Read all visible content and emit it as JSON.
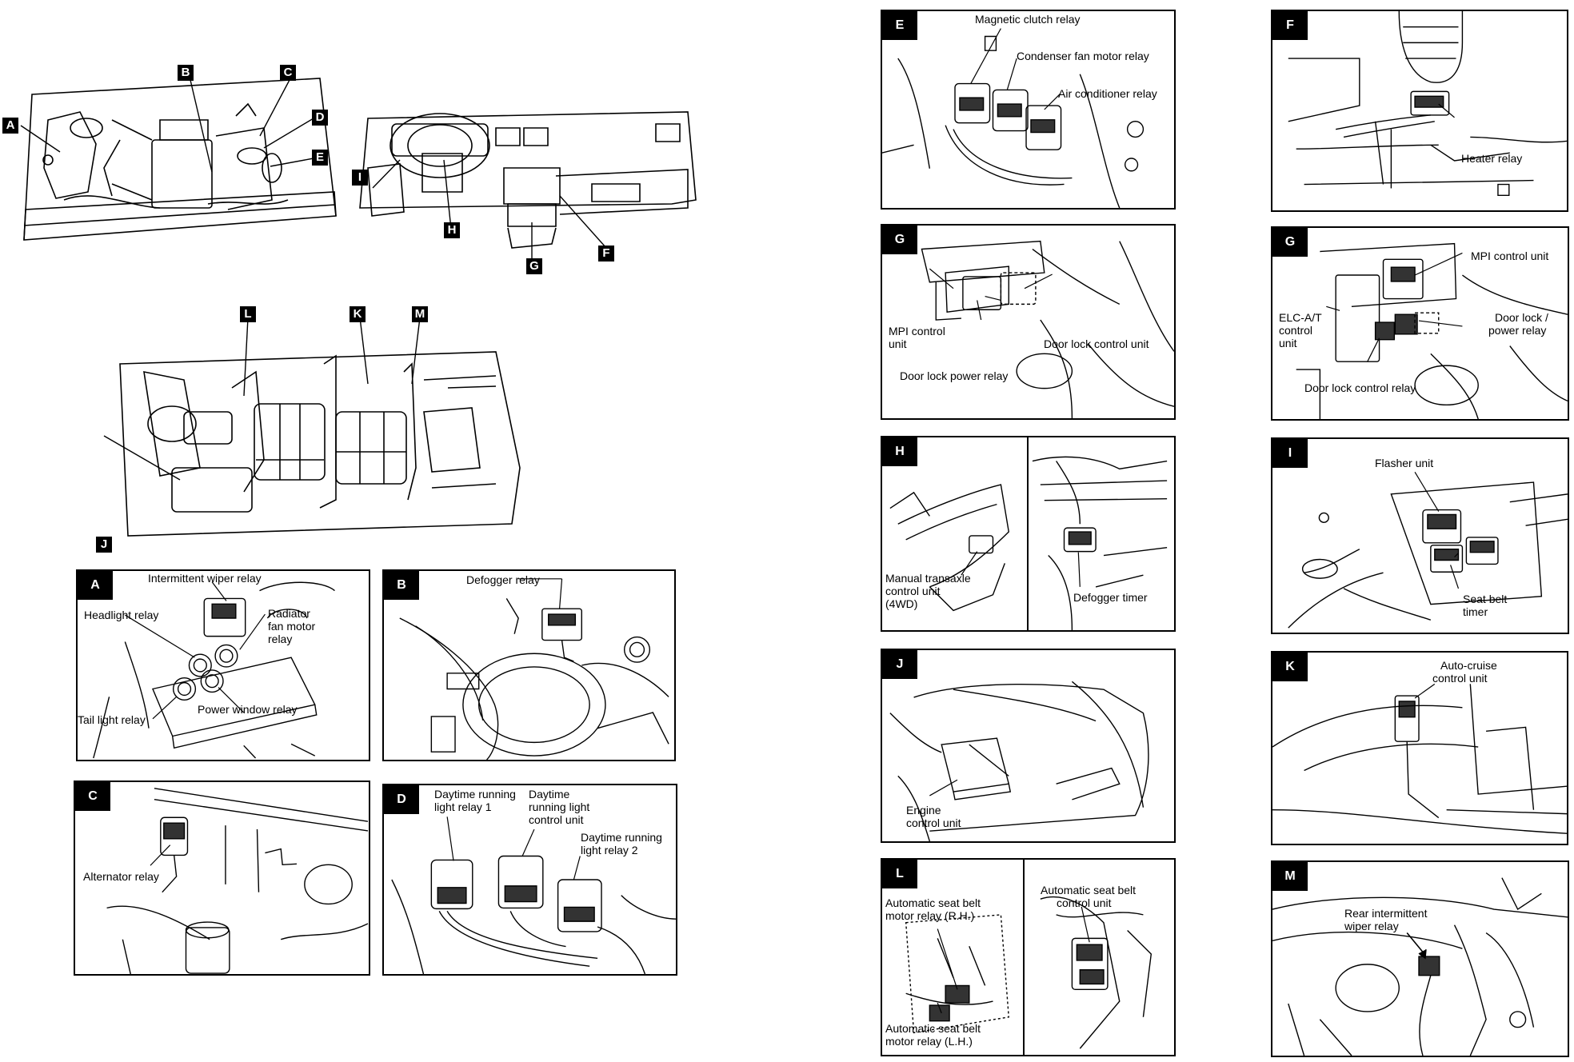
{
  "overview": {
    "engine_badges": [
      "A",
      "B",
      "C",
      "D",
      "E"
    ],
    "dash_badges": [
      "I",
      "H",
      "G",
      "F"
    ],
    "interior_badges": [
      "L",
      "K",
      "M",
      "J"
    ]
  },
  "panels": {
    "A": {
      "letter": "A",
      "labels": [
        "Intermittent wiper relay",
        "Headlight relay",
        "Radiator",
        "fan motor",
        "relay",
        "Tail light relay",
        "Power window relay"
      ]
    },
    "B": {
      "letter": "B",
      "labels": [
        "Defogger relay"
      ]
    },
    "C": {
      "letter": "C",
      "labels": [
        "Alternator relay"
      ]
    },
    "D": {
      "letter": "D",
      "labels": [
        "Daytime running",
        "light relay 1",
        "Daytime",
        "running light",
        "control unit",
        "Daytime running",
        "light relay 2"
      ]
    },
    "E": {
      "letter": "E",
      "labels": [
        "Magnetic clutch relay",
        "Condenser fan motor relay",
        "Air conditioner relay"
      ]
    },
    "F": {
      "letter": "F",
      "labels": [
        "Heater relay"
      ]
    },
    "G1": {
      "letter": "G",
      "labels": [
        "MPI control",
        "unit",
        "Door lock control unit",
        "Door lock power relay"
      ]
    },
    "G2": {
      "letter": "G",
      "labels": [
        "MPI control unit",
        "ELC-A/T",
        "control",
        "unit",
        "Door lock /",
        "power relay",
        "Door lock control relay"
      ]
    },
    "H": {
      "letter": "H",
      "labels": [
        "Manual transaxle",
        "control unit",
        "(4WD)",
        "Defogger timer"
      ]
    },
    "I": {
      "letter": "I",
      "labels": [
        "Flasher unit",
        "Seat belt",
        "timer"
      ]
    },
    "J": {
      "letter": "J",
      "labels": [
        "Engine",
        "control unit"
      ]
    },
    "K": {
      "letter": "K",
      "labels": [
        "Auto-cruise",
        "control unit"
      ]
    },
    "L": {
      "letter": "L",
      "labels": [
        "Automatic seat belt",
        "motor relay (R.H.)",
        "Automatic seat belt",
        "control unit",
        "Automatic seat belt",
        "motor relay (L.H.)"
      ]
    },
    "M": {
      "letter": "M",
      "labels": [
        "Rear intermittent",
        "wiper relay"
      ]
    }
  }
}
